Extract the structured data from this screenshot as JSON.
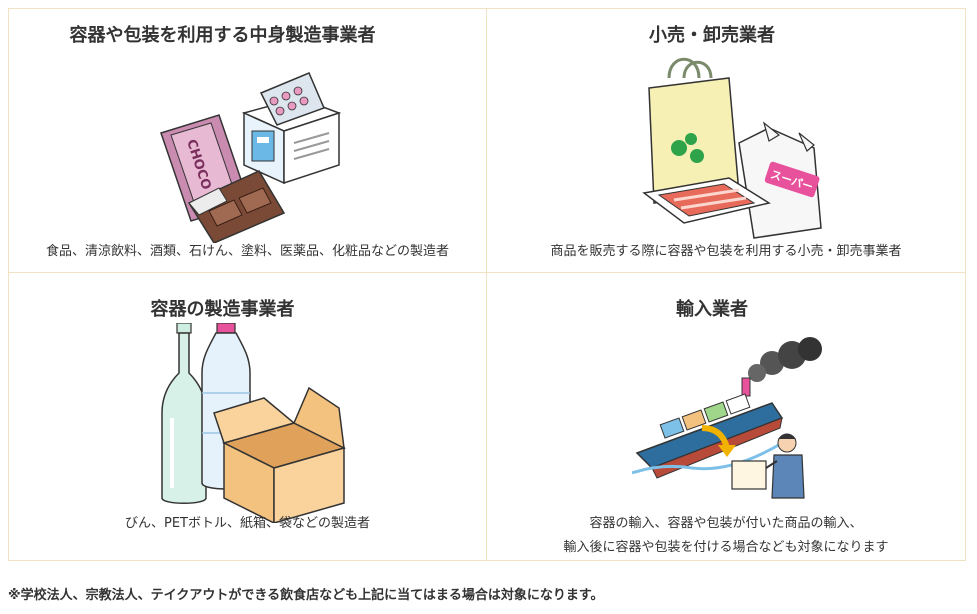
{
  "cards": [
    {
      "title": "容器や包装を利用する中身製造事業者",
      "description": "食品、清涼飲料、酒類、石けん、塗料、医薬品、化粧品などの製造者",
      "illustration_label": "CHOCO",
      "illustration_icon": "chocolate-and-medicine-box-icon"
    },
    {
      "title": "小売・卸売業者",
      "description": "商品を販売する際に容器や包装を利用する小売・卸売事業者",
      "illustration_label": "スーパー",
      "illustration_icon": "shopping-bags-and-meat-tray-icon"
    },
    {
      "title": "容器の製造事業者",
      "description": "びん、PETボトル、紙箱、袋などの製造者",
      "illustration_icon": "bottles-and-cardboard-box-icon"
    },
    {
      "title": "輸入業者",
      "description_lines": [
        "容器の輸入、容器や包装が付いた商品の輸入、",
        "輸入後に容器や包装を付ける場合なども対象になります"
      ],
      "illustration_icon": "cargo-ship-and-worker-icon"
    }
  ],
  "footnote": "※学校法人、宗教法人、テイクアウトができる飲食店なども上記に当てはまる場合は対象になります。",
  "colors": {
    "border": "#f0e2c2",
    "text": "#333333"
  }
}
